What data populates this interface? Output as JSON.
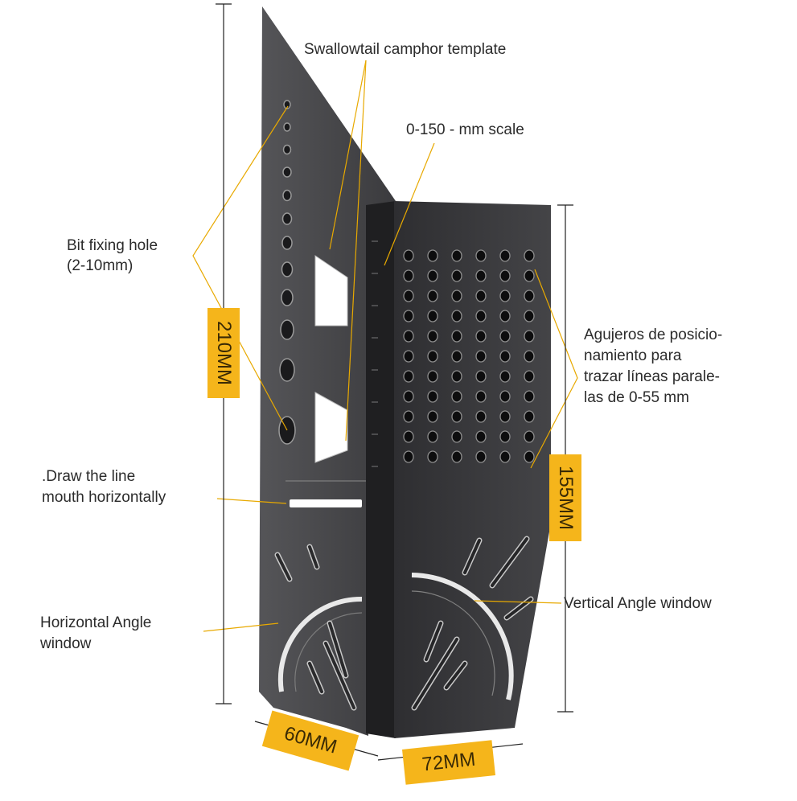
{
  "image": {
    "subject": "3D multi-angle woodworking square ruler with marking holes"
  },
  "labels": {
    "swallowtail": "Swallowtail camphor template",
    "mm_scale": "0-150 - mm scale",
    "bit_hole": [
      "Bit fixing hole",
      "(2-10mm)"
    ],
    "agujeros": [
      "Agujeros de posicio-",
      "namiento para",
      "trazar líneas parale-",
      "las de 0-55 mm"
    ],
    "draw_line": [
      ".Draw the line",
      "mouth horizontally"
    ],
    "horizontal_angle": [
      "Horizontal Angle",
      "window"
    ],
    "vertical_angle": "Vertical Angle window"
  },
  "dimensions": {
    "height_total": "210MM",
    "height_right": "155MM",
    "width_left": "60MM",
    "width_right": "72MM"
  },
  "colors": {
    "accent": "#f5b51b",
    "tool": "#3a3a3d",
    "line": "#e8a900"
  }
}
